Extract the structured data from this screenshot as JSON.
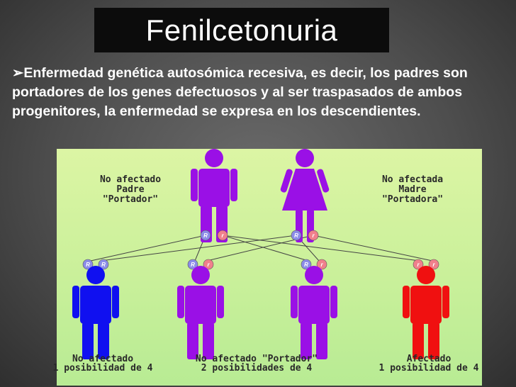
{
  "title": "Fenilcetonuria",
  "bullet": {
    "marker": "➢",
    "text": "Enfermedad genética autosómica recesiva, es decir, los padres son portadores de los genes defectuosos y al ser traspasados de ambos progenitores, la enfermedad se expresa en los descendientes."
  },
  "diagram": {
    "father": {
      "line1": "No afectado",
      "line2": "Padre",
      "line3": "\"Portador\""
    },
    "mother": {
      "line1": "No afectada",
      "line2": "Madre",
      "line3": "\"Portadora\""
    },
    "allele_dominant": "R",
    "allele_recessive": "r",
    "children": [
      {
        "line1": "No afectado",
        "line2": "1 posibilidad de 4"
      },
      {
        "line1": "No afectado \"Portador\"",
        "line2": "2 posibilidades de 4"
      },
      {
        "line1": "Afectado",
        "line2": "1 posibilidad de 4"
      }
    ],
    "colors": {
      "carrier": "#9a10e6",
      "unaffected": "#1010f0",
      "affected": "#f01010",
      "allele_dominant": "#8c8ce8",
      "allele_recessive": "#f0808c"
    }
  }
}
